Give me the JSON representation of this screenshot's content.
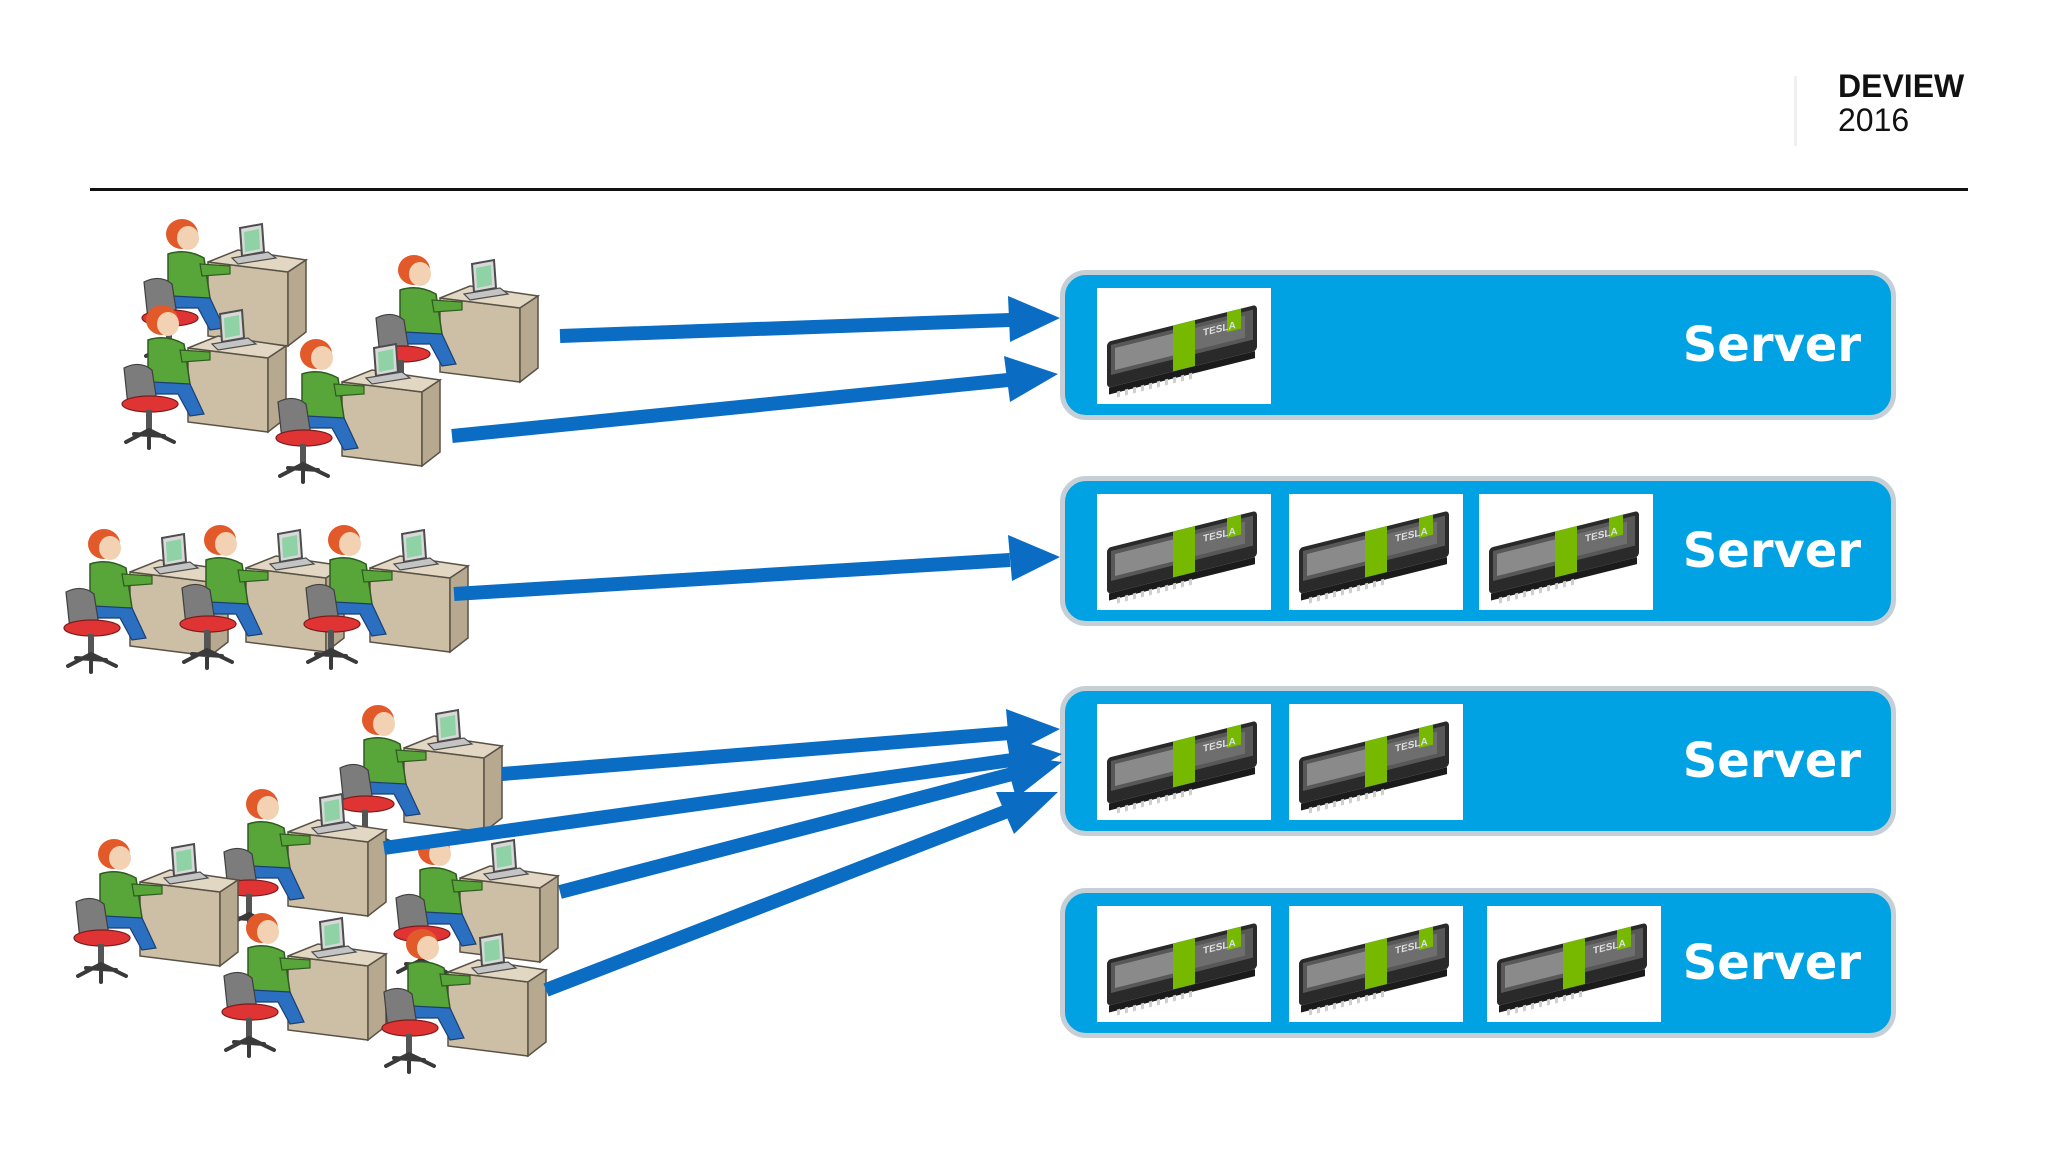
{
  "logo": {
    "word": "DEVIEW",
    "year": "2016"
  },
  "servers": [
    {
      "label": "Server",
      "gpu_count": 1
    },
    {
      "label": "Server",
      "gpu_count": 3
    },
    {
      "label": "Server",
      "gpu_count": 2
    },
    {
      "label": "Server",
      "gpu_count": 3
    }
  ],
  "gpu_card": {
    "brand": "TESLA"
  },
  "user_groups": [
    {
      "users": 4,
      "connections": 2,
      "target_server": 1
    },
    {
      "users": 3,
      "connections": 1,
      "target_server": 2
    },
    {
      "users": 6,
      "connections": 4,
      "target_server": 3
    }
  ],
  "colors": {
    "server_fill": "#00a2e3",
    "server_border": "#c6cfd6",
    "arrow": "#0b6cc4",
    "text": "#ffffff"
  }
}
